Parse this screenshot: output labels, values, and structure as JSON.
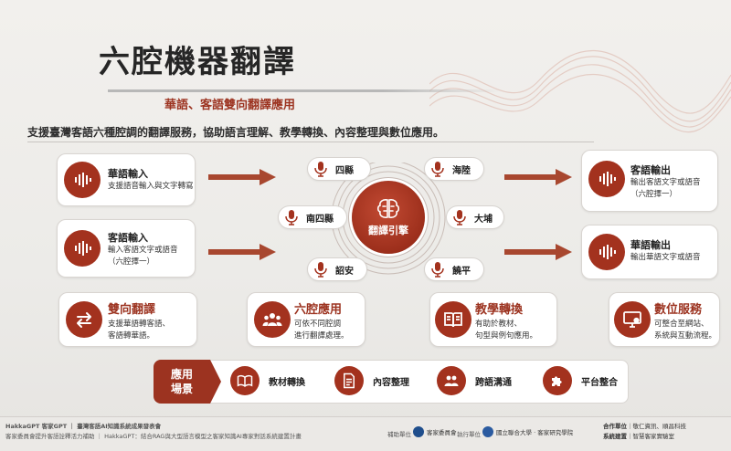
{
  "header": {
    "title": "六腔機器翻譯",
    "subtitle": "華語、客語雙向翻譯應用",
    "intro": "支援臺灣客語六種腔調的翻譯服務，協助語言理解、教學轉換、內容整理與數位應用。"
  },
  "inputs": [
    {
      "title": "華語輸入",
      "lines": [
        "支援語音輸入與文字轉寫"
      ]
    },
    {
      "title": "客語輸入",
      "lines": [
        "輸入客語文字或語音",
        "（六腔擇一）"
      ]
    }
  ],
  "outputs": [
    {
      "title": "客語輸出",
      "lines": [
        "輸出客語文字或語音",
        "（六腔擇一）"
      ]
    },
    {
      "title": "華語輸出",
      "lines": [
        "輸出華語文字或語音"
      ]
    }
  ],
  "engine": {
    "label": "翻譯引擎",
    "dialects": [
      "四縣",
      "海陸",
      "南四縣",
      "大埔",
      "詔安",
      "饒平"
    ]
  },
  "features": [
    {
      "title": "雙向翻譯",
      "lines": [
        "支援華語轉客語、",
        "客語轉華語。"
      ],
      "icon": "swap-icon"
    },
    {
      "title": "六腔應用",
      "lines": [
        "可依不同腔調",
        "進行翻譯處理。"
      ],
      "icon": "group-icon"
    },
    {
      "title": "教學轉換",
      "lines": [
        "有助於教材、",
        "句型與例句應用。"
      ],
      "icon": "book-icon"
    },
    {
      "title": "數位服務",
      "lines": [
        "可整合至網站、",
        "系統與互動流程。"
      ],
      "icon": "monitor-icon"
    }
  ],
  "scenes": {
    "tag_line1": "應用",
    "tag_line2": "場景",
    "items": [
      {
        "label": "教材轉換",
        "icon": "book-open-icon"
      },
      {
        "label": "內容整理",
        "icon": "document-icon"
      },
      {
        "label": "跨語溝通",
        "icon": "people-icon"
      },
      {
        "label": "平台整合",
        "icon": "puzzle-icon"
      }
    ]
  },
  "footer": {
    "line1": "HakkaGPT 客家GPT ｜ 臺灣客語AI知識系統成果發表會",
    "line2": "客家委員會提升客語詮釋活力補助 ｜ HakkaGPT：結合RAG與大型語言模型之客家知識AI專家對話系統建置計畫",
    "support_label": "補助單位",
    "support_org": "客家委員會",
    "exec_label": "執行單位",
    "exec_org": "國立聯合大學 · 客家研究學院",
    "coop_label": "合作單位",
    "coop_org": "敬仁資訊、順昌科技",
    "sys_label": "系統建置",
    "sys_org": "智慧客家實驗室"
  },
  "colors": {
    "accent": "#9c3320",
    "circle": "#a3321e",
    "arrow": "#a8472f"
  }
}
